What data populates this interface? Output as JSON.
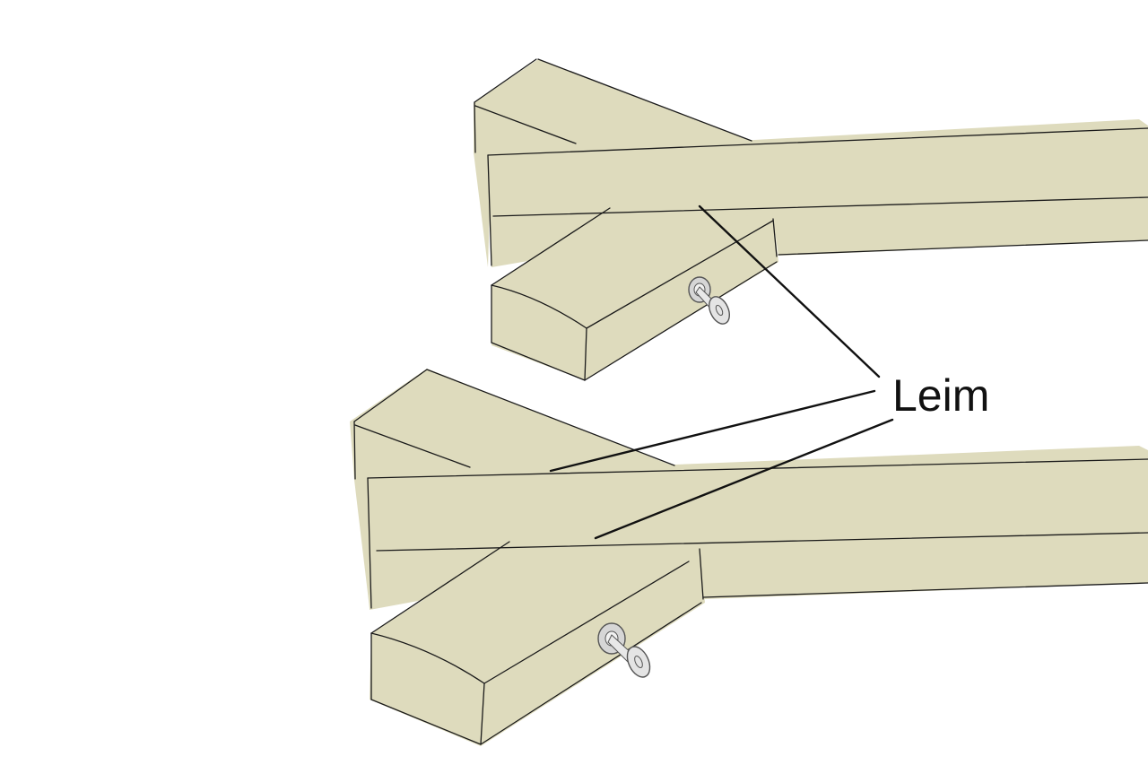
{
  "diagram": {
    "label": "Leim",
    "colors": {
      "wood": "#dedbbd",
      "outline": "#1a1a1a",
      "pin_head": "#d6d6d6",
      "pin_stroke": "#555555"
    },
    "assemblies": [
      {
        "name": "upper-joint",
        "glue_lines": 1,
        "dowels": 1
      },
      {
        "name": "lower-joint",
        "glue_lines": 2,
        "dowels": 1
      }
    ]
  }
}
